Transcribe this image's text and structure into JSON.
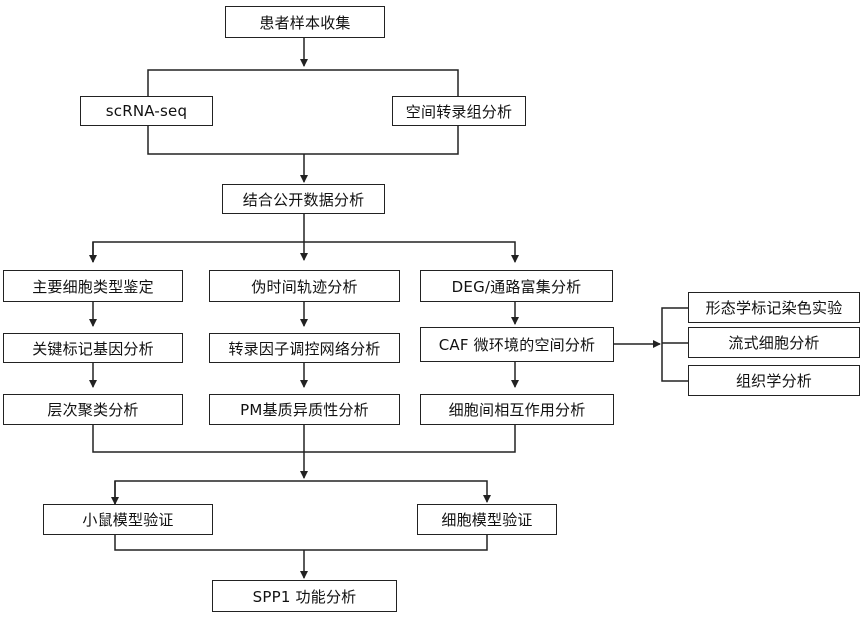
{
  "nodes": {
    "patient_samples": "患者样本收集",
    "scrna_seq": "scRNA-seq",
    "spatial": "空间转录组分析",
    "public_data": "结合公开数据分析",
    "cell_types": "主要细胞类型鉴定",
    "pseudotime": "伪时间轨迹分析",
    "deg": "DEG/通路富集分析",
    "markers": "关键标记基因分析",
    "tf_network": "转录因子调控网络分析",
    "caf_spatial": "CAF 微环境的空间分析",
    "clustering": "层次聚类分析",
    "pm_hetero": "PM基质异质性分析",
    "cell_interaction": "细胞间相互作用分析",
    "morph_staining": "形态学标记染色实验",
    "flow_cytometry": "流式细胞分析",
    "histology": "组织学分析",
    "mouse_model": "小鼠模型验证",
    "cell_model": "细胞模型验证",
    "spp1": "SPP1 功能分析"
  }
}
